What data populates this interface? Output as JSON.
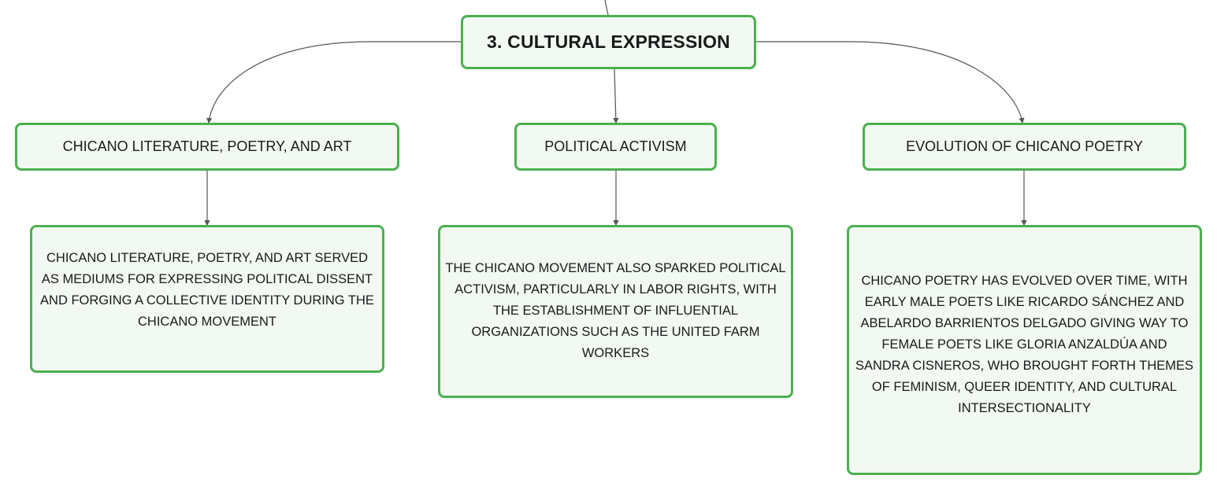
{
  "colors": {
    "node_border": "#4caf50",
    "node_fill": "#f1f9f2",
    "edge": "#555555",
    "text": "#1a1a1a"
  },
  "mindmap": {
    "root": {
      "label": "3. CULTURAL EXPRESSION"
    },
    "branches": [
      {
        "label": "CHICANO LITERATURE, POETRY, AND ART",
        "detail": "CHICANO LITERATURE, POETRY, AND ART SERVED AS MEDIUMS FOR EXPRESSING POLITICAL DISSENT AND FORGING A COLLECTIVE IDENTITY DURING THE CHICANO MOVEMENT"
      },
      {
        "label": "POLITICAL ACTIVISM",
        "detail": "THE CHICANO MOVEMENT ALSO SPARKED POLITICAL ACTIVISM, PARTICULARLY IN LABOR RIGHTS, WITH THE ESTABLISHMENT OF INFLUENTIAL ORGANIZATIONS SUCH AS THE UNITED FARM WORKERS"
      },
      {
        "label": "EVOLUTION OF CHICANO POETRY",
        "detail": "CHICANO POETRY HAS EVOLVED OVER TIME, WITH EARLY MALE POETS LIKE RICARDO SÁNCHEZ AND ABELARDO BARRIENTOS DELGADO GIVING WAY TO FEMALE POETS LIKE GLORIA ANZALDÚA AND SANDRA CISNEROS, WHO BROUGHT FORTH THEMES OF FEMINISM, QUEER IDENTITY, AND CULTURAL INTERSECTIONALITY"
      }
    ]
  }
}
